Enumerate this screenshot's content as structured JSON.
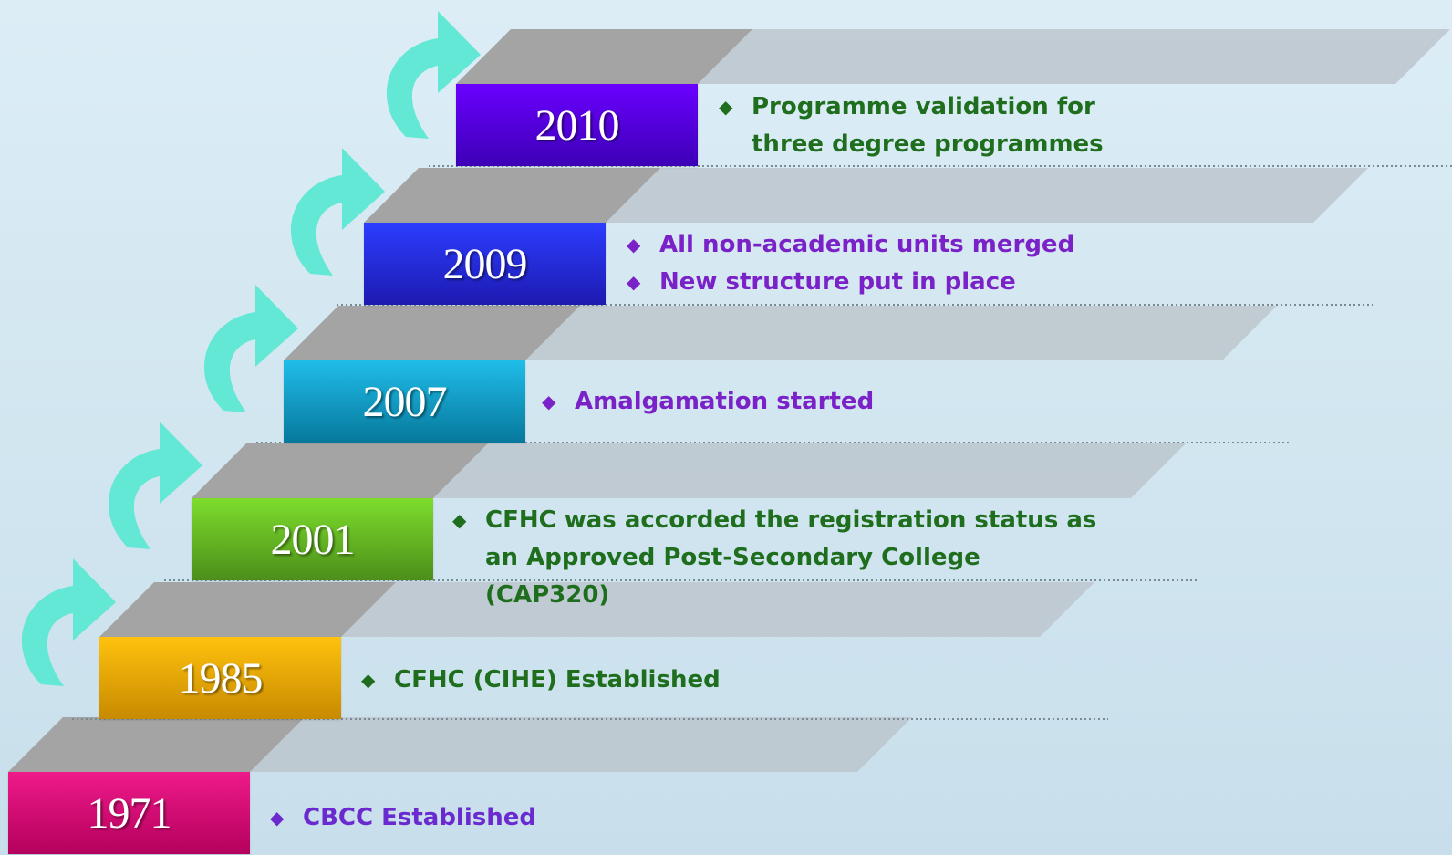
{
  "milestones": [
    {
      "year": "1971",
      "color_top": "#ee1a8a",
      "color_bottom": "#b4005c",
      "text_color": "#6a2ad0",
      "bullets": [
        "CBCC Established"
      ]
    },
    {
      "year": "1985",
      "color_top": "#ffc20e",
      "color_bottom": "#c88a00",
      "text_color": "#1e6e1e",
      "bullets": [
        "CFHC (CIHE) Established"
      ]
    },
    {
      "year": "2001",
      "color_top": "#7ddd2c",
      "color_bottom": "#4c8e1a",
      "text_color": "#1e6e1e",
      "bullets": [
        "CFHC was accorded the registration status as an Approved Post-Secondary College (CAP320)"
      ]
    },
    {
      "year": "2007",
      "color_top": "#1fbde9",
      "color_bottom": "#07789c",
      "text_color": "#7a22c8",
      "bullets": [
        "Amalgamation started"
      ]
    },
    {
      "year": "2009",
      "color_top": "#2c3dff",
      "color_bottom": "#1d1ab0",
      "text_color": "#7a22c8",
      "bullets": [
        "All non-academic units merged",
        "New structure put in place"
      ]
    },
    {
      "year": "2010",
      "color_top": "#6a00ff",
      "color_bottom": "#3d00b6",
      "text_color": "#1e6e1e",
      "bullets": [
        "Programme validation for three degree programmes"
      ]
    }
  ],
  "colors": {
    "arrow": "#62e8d4",
    "step_top": "#a4a4a4",
    "step_shelf": "#bcc6cc",
    "dotted_line": "#7a8a95"
  },
  "icons": {
    "bullet": "diamond-icon",
    "arrow": "curved-arrow-icon"
  }
}
